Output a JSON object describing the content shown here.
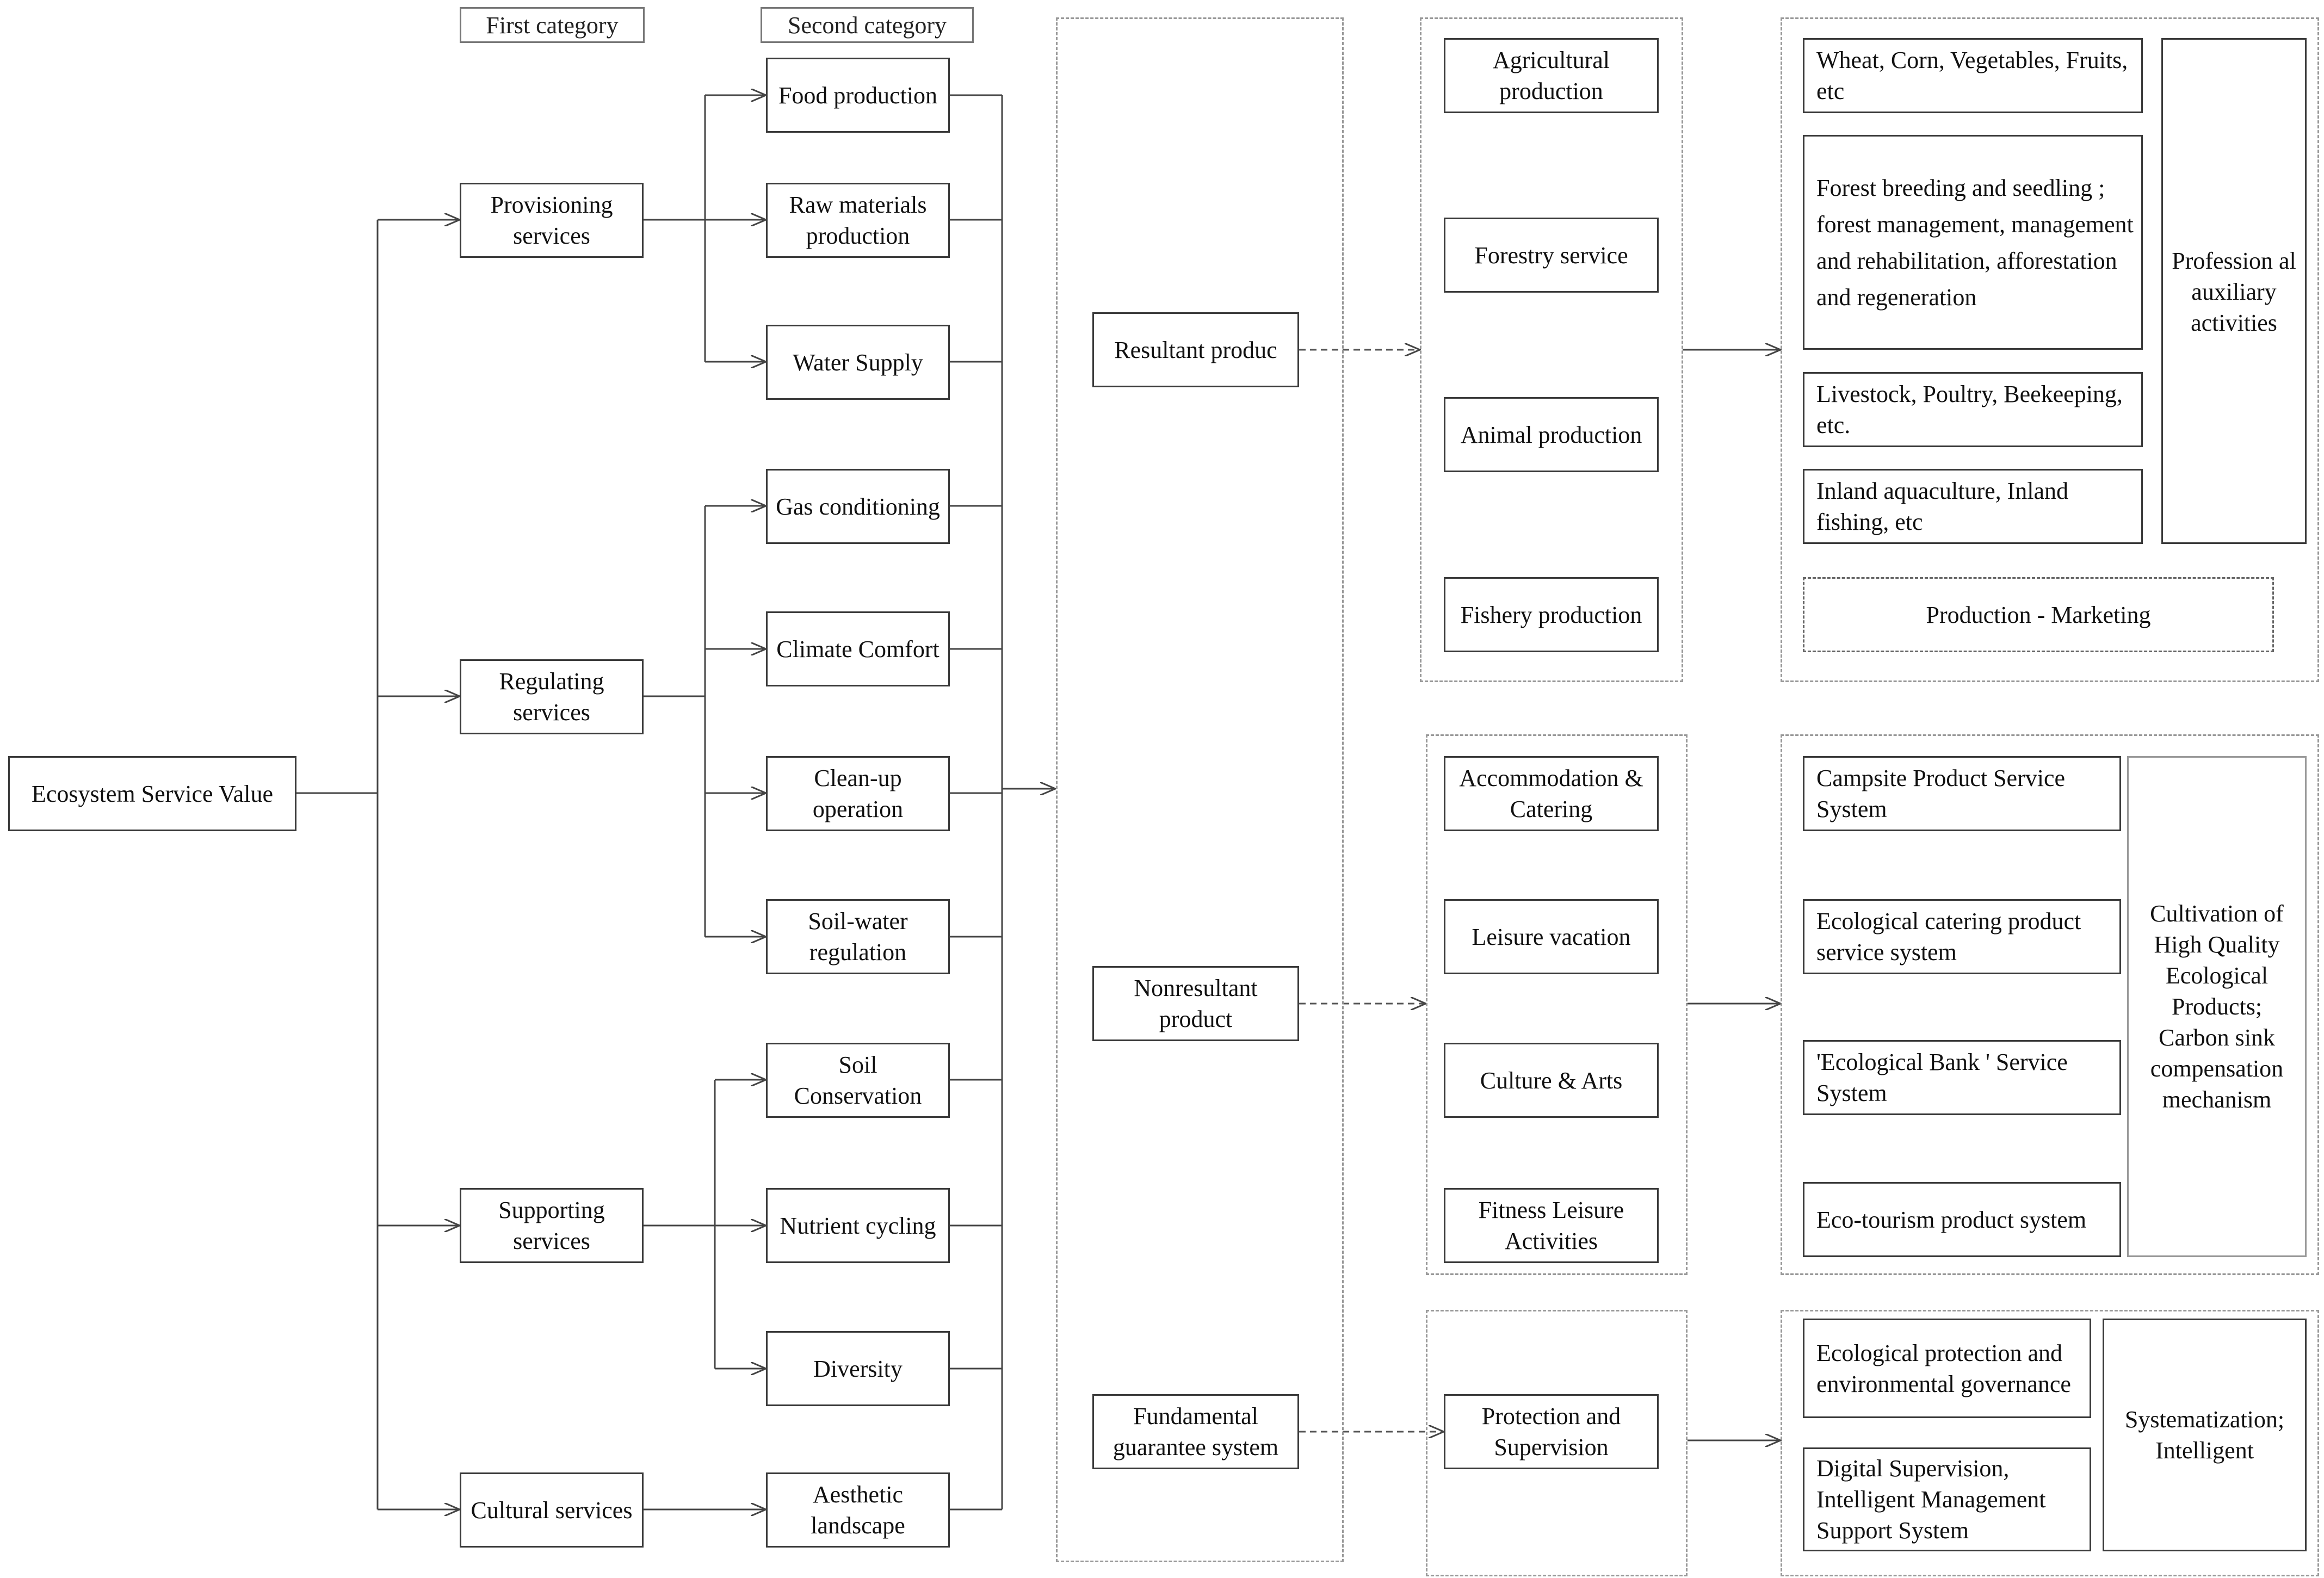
{
  "headers": {
    "first": "First category",
    "second": "Second category"
  },
  "root": "Ecosystem Service Value",
  "first_category": {
    "provisioning": "Provisioning services",
    "regulating": "Regulating services",
    "supporting": "Supporting services",
    "cultural": "Cultural services"
  },
  "second_category": {
    "food": "Food production",
    "raw": "Raw materials production",
    "water": "Water Supply",
    "gas": "Gas conditioning",
    "climate": "Climate Comfort",
    "cleanup": "Clean-up operation",
    "soilwater": "Soil-water regulation",
    "soilcons": "Soil Conservation",
    "nutrient": "Nutrient cycling",
    "diversity": "Diversity",
    "aesthetic": "Aesthetic landscape"
  },
  "products": {
    "resultant": "Resultant produc",
    "nonresultant": "Nonresultant product",
    "fundamental": "Fundamental guarantee system"
  },
  "industries": {
    "agri": "Agricultural production",
    "forestry": "Forestry service",
    "animal": "Animal production",
    "fishery": "Fishery production",
    "accom": "Accommodation & Catering",
    "leisure": "Leisure vacation",
    "culture": "Culture & Arts",
    "fitness": "Fitness Leisure Activities",
    "protection": "Protection and Supervision"
  },
  "details": {
    "wheat": "Wheat, Corn, Vegetables, Fruits, etc",
    "forest": "Forest breeding and seedling ; forest management, management and rehabilitation, afforestation and regeneration",
    "livestock": "Livestock, Poultry, Beekeeping, etc.",
    "inland": "Inland aquaculture, Inland fishing, etc",
    "professional": "Profession al auxiliary activities",
    "marketing": "Production - Marketing",
    "campsite": "Campsite Product Service System",
    "ecocatering": "Ecological catering product service system",
    "ecobank": "'Ecological Bank ' Service System",
    "ecotourism": "Eco-tourism product system",
    "cultivation": "Cultivation of High Quality Ecological Products; Carbon sink compensation mechanism",
    "ecoprotect": "Ecological protection and environmental governance",
    "digital": "Digital Supervision, Intelligent Management Support System",
    "systematization": "Systematization; Intelligent"
  }
}
